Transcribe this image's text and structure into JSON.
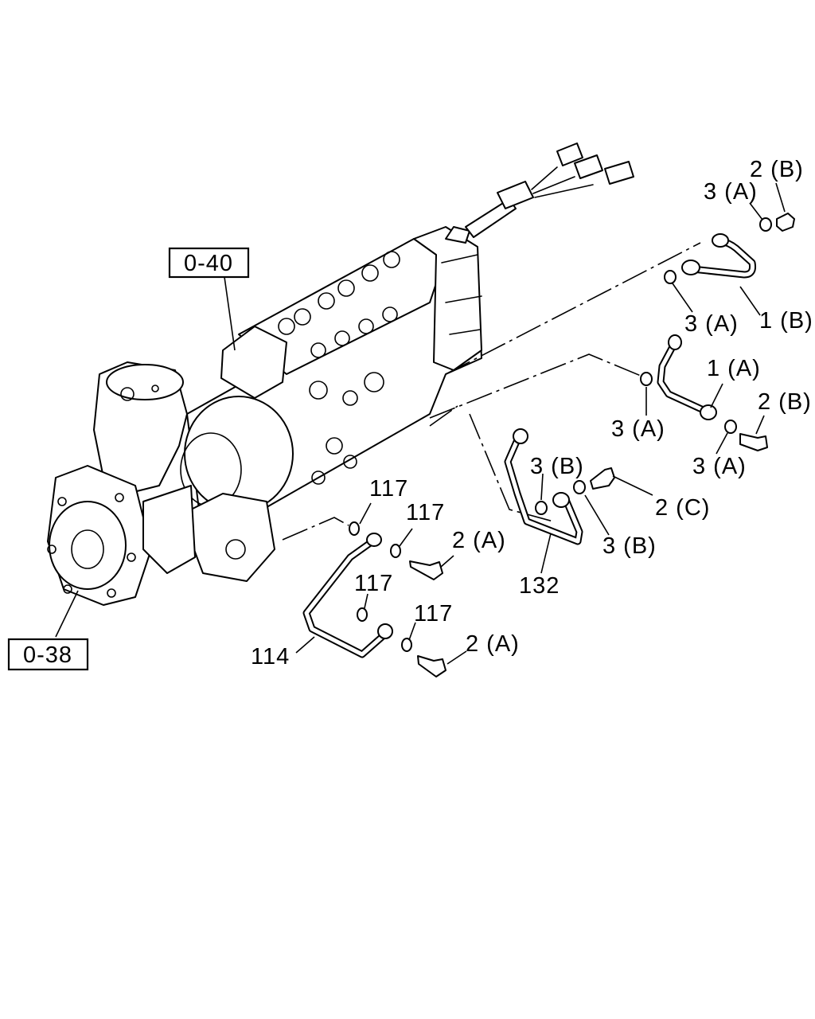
{
  "labels": {
    "ref_0_40": "0-40",
    "ref_0_38": "0-38",
    "l_2B_top": "2 (B)",
    "l_3A_top": "3 (A)",
    "l_3A_mid": "3 (A)",
    "l_1B": "1 (B)",
    "l_1A": "1 (A)",
    "l_3A_left": "3 (A)",
    "l_2B_right": "2 (B)",
    "l_3A_bottom": "3 (A)",
    "l_3B_top": "3 (B)",
    "l_2C": "2 (C)",
    "l_3B_bottom": "3 (B)",
    "l_132": "132",
    "l_117_a": "117",
    "l_117_b": "117",
    "l_2A_top": "2 (A)",
    "l_117_c": "117",
    "l_117_d": "117",
    "l_2A_bottom": "2 (A)",
    "l_114": "114"
  }
}
